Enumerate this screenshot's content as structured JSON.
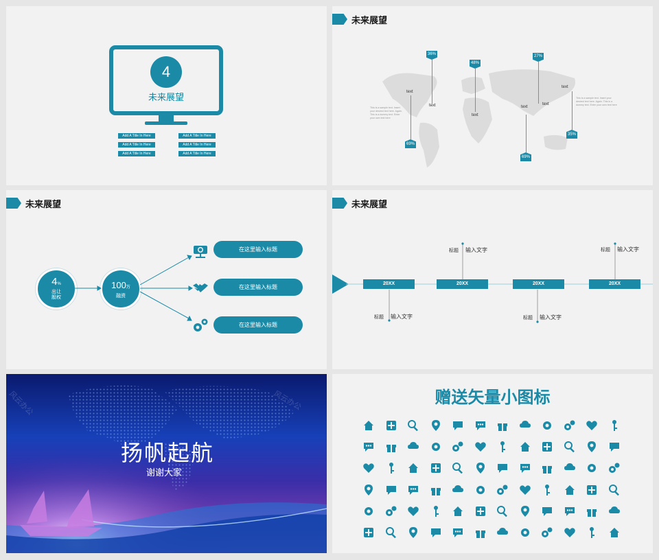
{
  "slide1": {
    "number": "4",
    "subtitle": "未来展望",
    "boxes": [
      "Add A Title In Here",
      "Add A Title In Here",
      "Add A Title In Here",
      "Add A Title In Here",
      "Add A Title In Here",
      "Add A Title In Here"
    ]
  },
  "slide2": {
    "title": "未来展望",
    "percents": [
      "36%",
      "48%",
      "27%",
      "69%",
      "69%",
      "35%"
    ],
    "texts": [
      "text",
      "text",
      "text",
      "text",
      "text",
      "text",
      "text"
    ],
    "left_note": "This is a sample text. Insert your desired text here. Again. This is a dummy text. Enter your own text here",
    "right_note": "This is a sample text. Insert your desired text here. Again. This is a dummy text. Enter your own text here"
  },
  "slide3": {
    "title": "未来展望",
    "circle1_num": "4",
    "circle1_unit": "%",
    "circle1_label1": "出让",
    "circle1_label2": "股权",
    "circle2_num": "100",
    "circle2_unit": "万",
    "circle2_label": "融资",
    "pills": [
      "在这里输入标题",
      "在这里输入标题",
      "在这里输入标题"
    ]
  },
  "slide4": {
    "title": "未来展望",
    "years": [
      "20XX",
      "20XX",
      "20XX",
      "20XX"
    ],
    "labels": [
      {
        "tag": "标题",
        "text": "输入文字"
      },
      {
        "tag": "标题",
        "text": "输入文字"
      },
      {
        "tag": "标题",
        "text": "输入文字"
      },
      {
        "tag": "标题",
        "text": "输入文字"
      }
    ]
  },
  "slide5": {
    "title": "扬帆起航",
    "subtitle": "谢谢大家",
    "watermark": "风云办公"
  },
  "slide6": {
    "title": "赠送矢量小图标",
    "colors": {
      "accent": "#1a8aa7"
    }
  }
}
